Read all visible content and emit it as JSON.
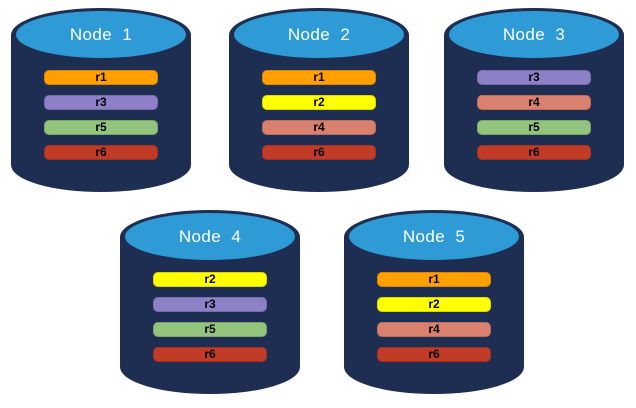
{
  "diagram": {
    "description": "Five database nodes with replicated partitions",
    "colors": {
      "background": "#FFFFFF",
      "cylinder_body": "#1E2E52",
      "cylinder_top": "#2E9BD6",
      "node_label_text": "#FFFFFF",
      "replica_label_text": "#000000",
      "replica_r1": "#FFA000",
      "replica_r2": "#FFFF00",
      "replica_r3": "#8E80C6",
      "replica_r4": "#D9806F",
      "replica_r5": "#93C47D",
      "replica_r6": "#C23B27"
    },
    "nodes": [
      {
        "label": "Node  1",
        "replicas": [
          {
            "id": "r1",
            "color": "#FFA000"
          },
          {
            "id": "r3",
            "color": "#8E80C6"
          },
          {
            "id": "r5",
            "color": "#93C47D"
          },
          {
            "id": "r6",
            "color": "#C23B27"
          }
        ]
      },
      {
        "label": "Node  2",
        "replicas": [
          {
            "id": "r1",
            "color": "#FFA000"
          },
          {
            "id": "r2",
            "color": "#FFFF00"
          },
          {
            "id": "r4",
            "color": "#D9806F"
          },
          {
            "id": "r6",
            "color": "#C23B27"
          }
        ]
      },
      {
        "label": "Node  3",
        "replicas": [
          {
            "id": "r3",
            "color": "#8E80C6"
          },
          {
            "id": "r4",
            "color": "#D9806F"
          },
          {
            "id": "r5",
            "color": "#93C47D"
          },
          {
            "id": "r6",
            "color": "#C23B27"
          }
        ]
      },
      {
        "label": "Node  4",
        "replicas": [
          {
            "id": "r2",
            "color": "#FFFF00"
          },
          {
            "id": "r3",
            "color": "#8E80C6"
          },
          {
            "id": "r5",
            "color": "#93C47D"
          },
          {
            "id": "r6",
            "color": "#C23B27"
          }
        ]
      },
      {
        "label": "Node  5",
        "replicas": [
          {
            "id": "r1",
            "color": "#FFA000"
          },
          {
            "id": "r2",
            "color": "#FFFF00"
          },
          {
            "id": "r4",
            "color": "#D9806F"
          },
          {
            "id": "r6",
            "color": "#C23B27"
          }
        ]
      }
    ]
  }
}
